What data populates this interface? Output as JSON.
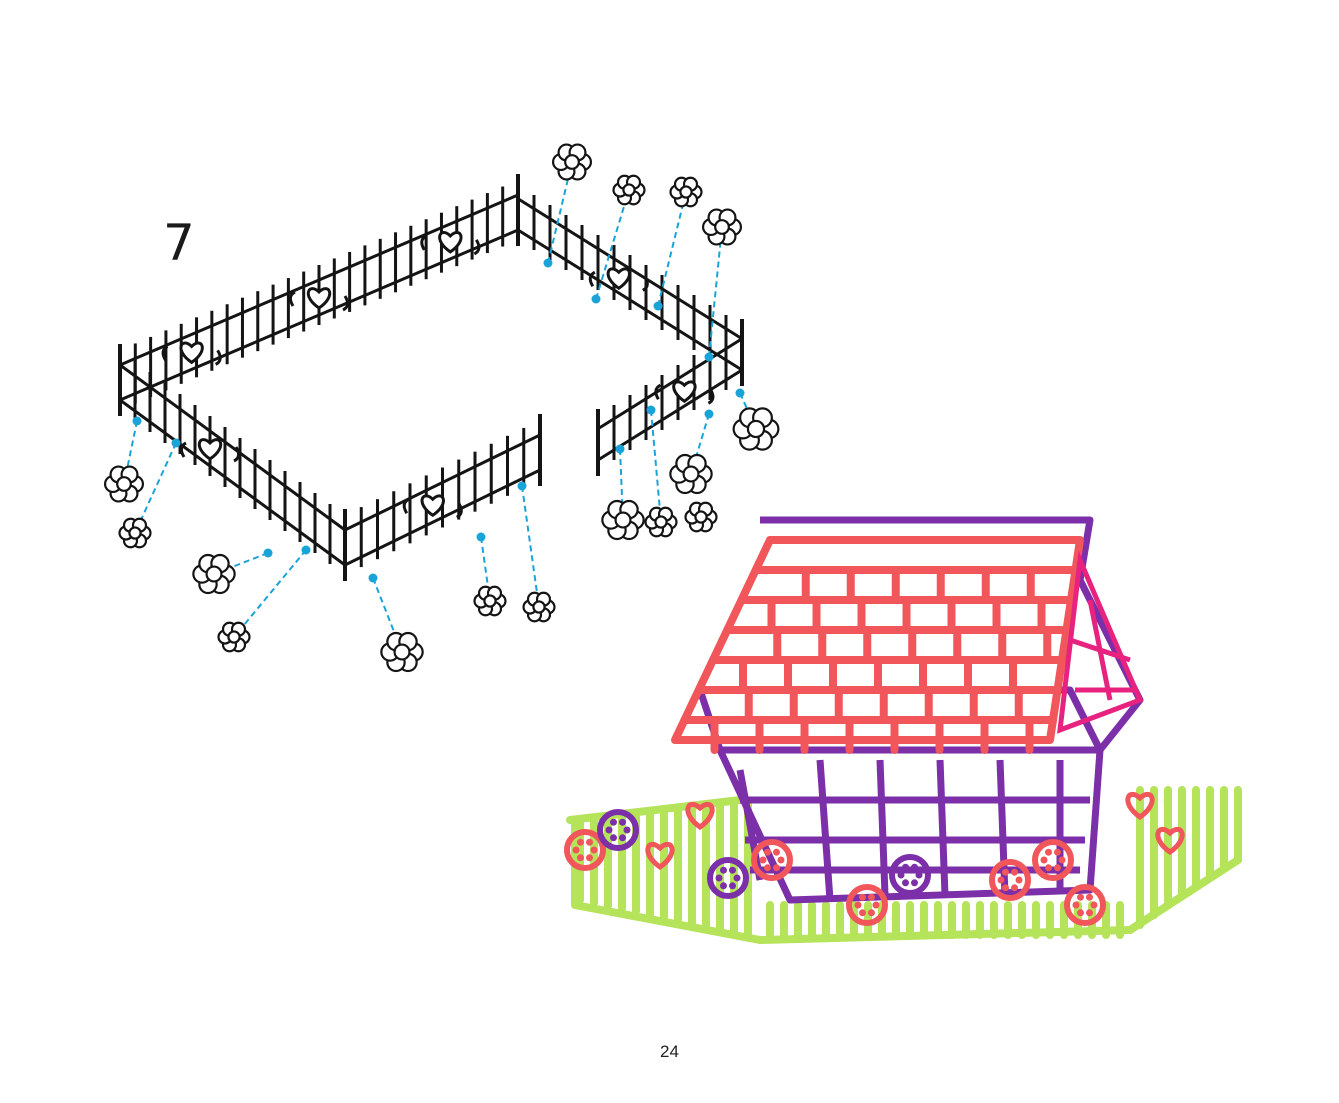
{
  "step": {
    "number": "7"
  },
  "page": {
    "number": "24"
  },
  "colors": {
    "fence_ink": "#141414",
    "connector": "#1aa3d8",
    "roof_red": "#f0565a",
    "house_purple": "#7b2fa8",
    "fence_green": "#b5e35a",
    "accent_pink": "#e8237f"
  },
  "illustrations": {
    "diagram": "fence-assembly-diagram",
    "photo": "finished-3d-pen-house-with-fence"
  }
}
